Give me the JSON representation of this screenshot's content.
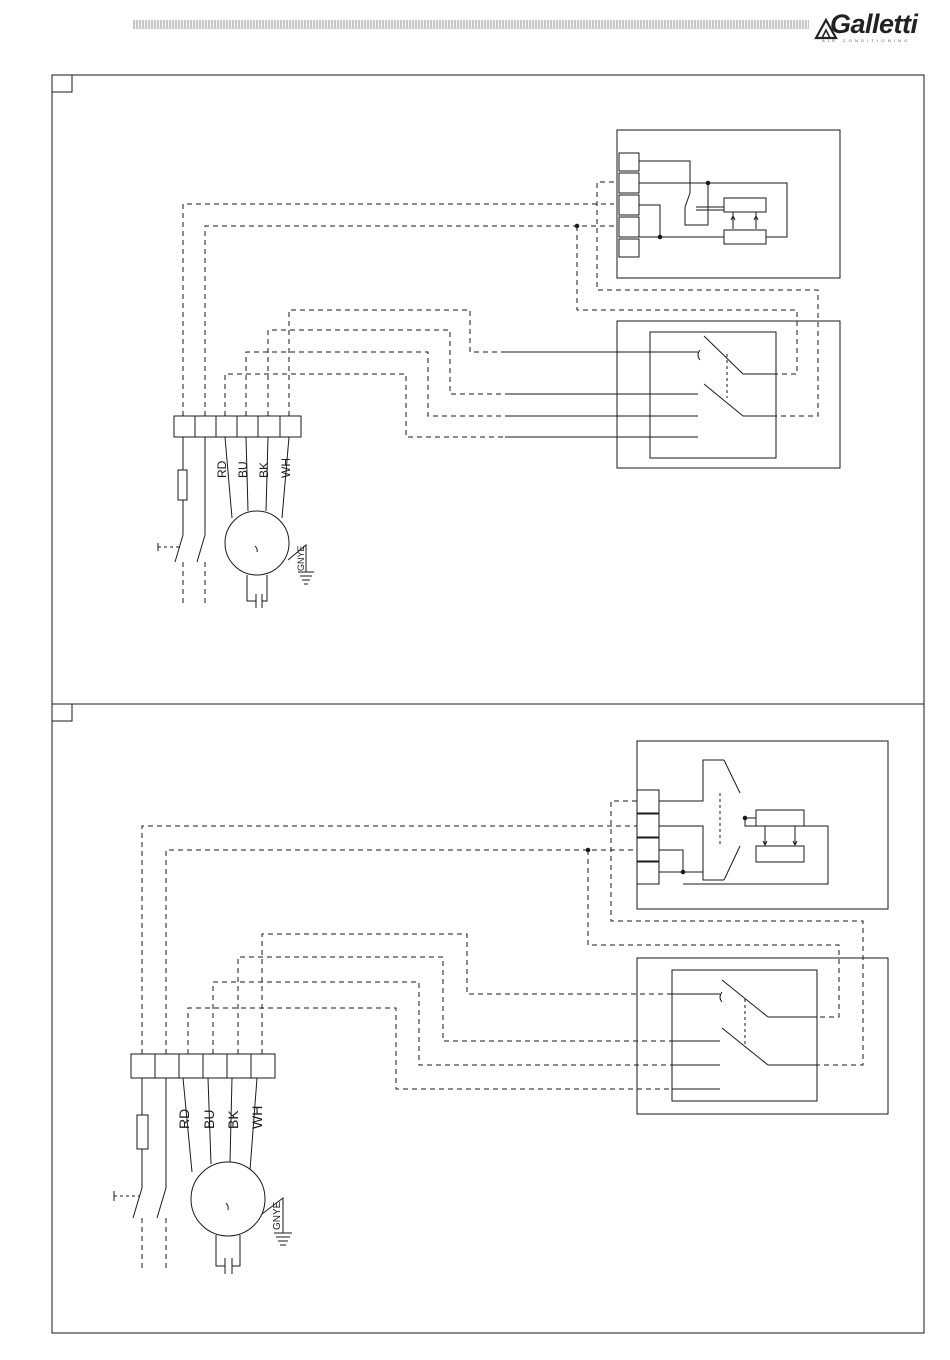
{
  "header": {
    "brand": "Galletti",
    "tagline": "AIR CONDITIONING"
  },
  "panels": [
    {
      "wire_labels": [
        "RD",
        "BU",
        "BK",
        "WH"
      ],
      "ground_label": "GNYE"
    },
    {
      "wire_labels": [
        "RD",
        "BU",
        "BK",
        "WH"
      ],
      "ground_label": "GNYE"
    }
  ],
  "colors": {
    "line": "#1a1a1a",
    "background": "#ffffff",
    "header_bar": "#c8c8c8"
  }
}
